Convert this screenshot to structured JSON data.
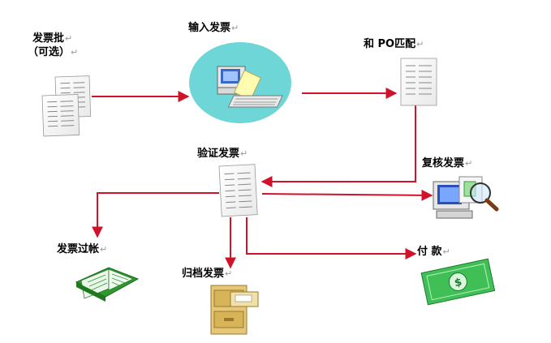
{
  "title": "",
  "nodes": {
    "invoice_batch": {
      "label": "发票批",
      "sub": "（可选）"
    },
    "enter_invoice": {
      "label": "输入发票"
    },
    "match_po": {
      "label": "和 PO匹配"
    },
    "validate": {
      "label": "验证发票"
    },
    "review": {
      "label": "复核发票"
    },
    "post": {
      "label": "发票过帐"
    },
    "archive": {
      "label": "归档发票"
    },
    "pay": {
      "label": "付  款"
    }
  },
  "mark": "↵",
  "colors": {
    "arrow": "#d0122b",
    "bubble": "#6fd6d8",
    "ledger": "#2e9a2e",
    "cash": "#3fbf55",
    "cabinet": "#e6c77a"
  }
}
